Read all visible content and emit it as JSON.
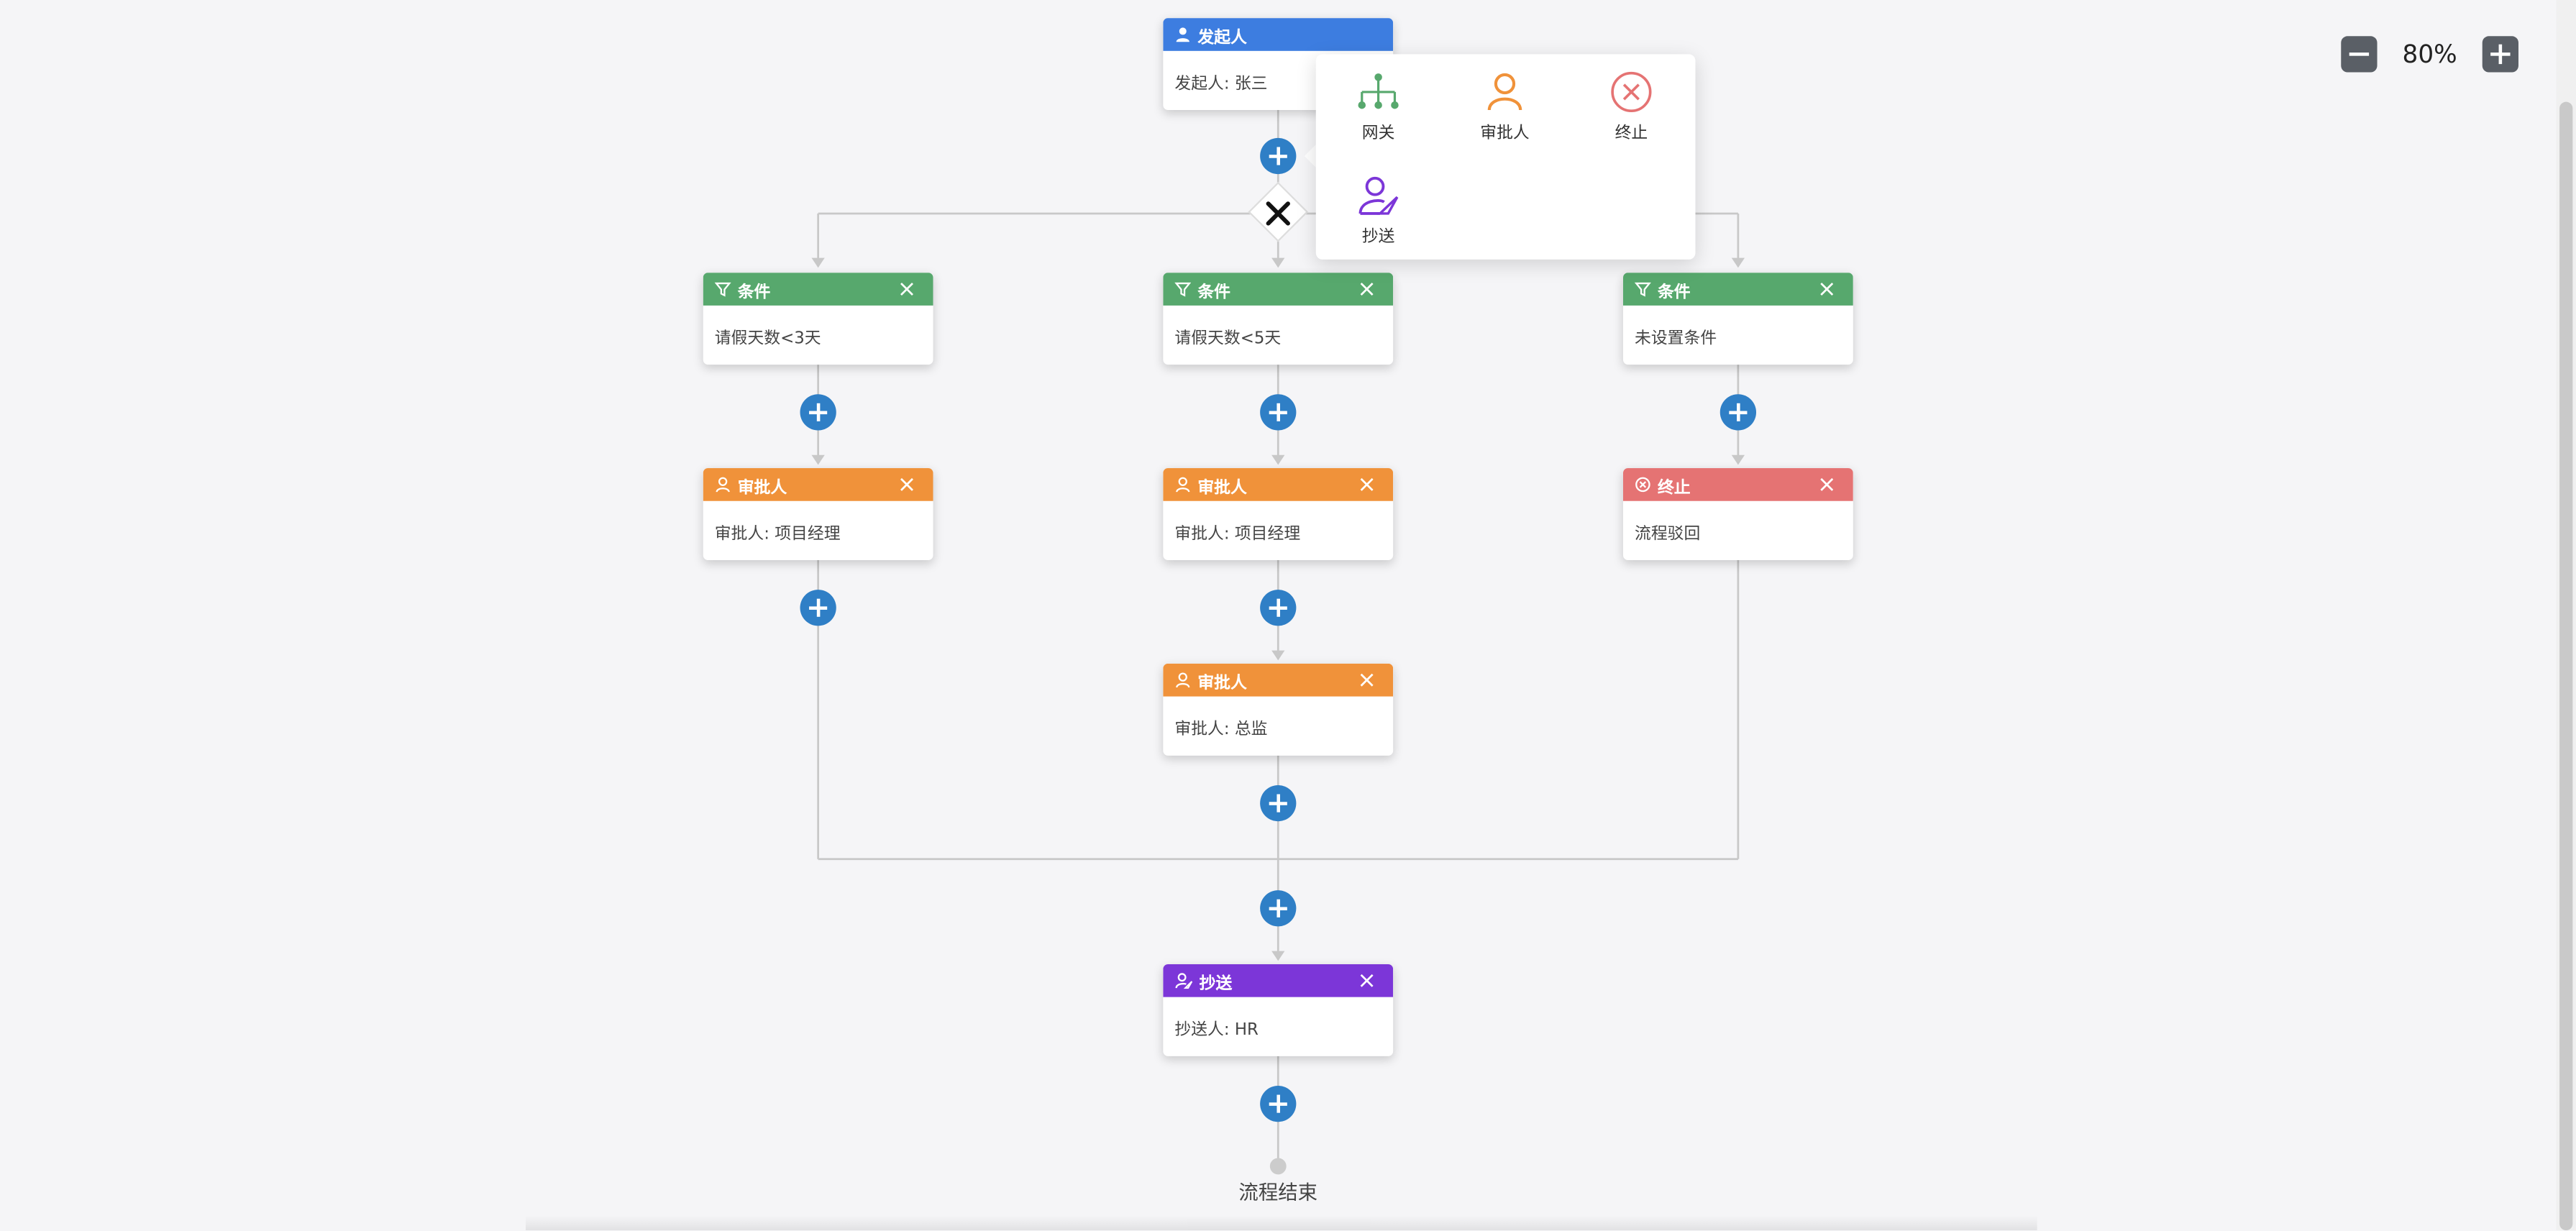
{
  "canvas": {
    "zoom_label": "80%",
    "end_label": "流程结束"
  },
  "nodes": {
    "initiator": {
      "type": "发起人",
      "content": "发起人: 张三"
    },
    "cond_1": {
      "type": "条件",
      "content": "请假天数<3天"
    },
    "cond_2": {
      "type": "条件",
      "content": "请假天数<5天"
    },
    "cond_3": {
      "type": "条件",
      "content": "未设置条件"
    },
    "approver_1": {
      "type": "审批人",
      "content": "审批人: 项目经理"
    },
    "approver_2": {
      "type": "审批人",
      "content": "审批人: 项目经理"
    },
    "terminate_1": {
      "type": "终止",
      "content": "流程驳回"
    },
    "approver_3": {
      "type": "审批人",
      "content": "审批人: 总监"
    },
    "cc_1": {
      "type": "抄送",
      "content": "抄送人: HR"
    }
  },
  "popup_menu": {
    "items": [
      {
        "label": "网关",
        "icon": "gateway-icon",
        "color": "#57a86d"
      },
      {
        "label": "审批人",
        "icon": "approver-icon",
        "color": "#f0923a"
      },
      {
        "label": "终止",
        "icon": "terminate-icon",
        "color": "#e57373"
      },
      {
        "label": "抄送",
        "icon": "cc-icon",
        "color": "#7c36d8"
      }
    ]
  },
  "colors": {
    "initiator": "#3d7de0",
    "condition": "#57a86d",
    "approver": "#f0923a",
    "terminate": "#e57373",
    "cc": "#7c36d8",
    "add_button": "#2f7fc6"
  }
}
